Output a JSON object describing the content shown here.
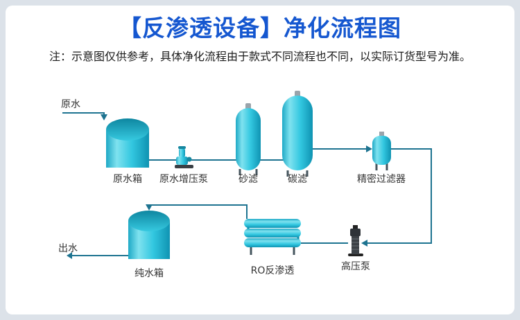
{
  "page": {
    "title": "【反渗透设备】净化流程图",
    "note": "注：示意图仅供参考，具体净化流程由于款式不同流程也不同，以实际订货型号为准。"
  },
  "diagram": {
    "labels": {
      "raw_water": "原水",
      "raw_tank": "原水箱",
      "booster_pump": "原水增压泵",
      "sand_filter": "砂滤",
      "carbon_filter": "碳滤",
      "precision_filter": "精密过滤器",
      "outlet": "出水",
      "pure_tank": "纯水箱",
      "ro_unit": "RO反渗透",
      "high_pressure_pump": "高压泵"
    },
    "colors": {
      "page_bg": "#dce2e9",
      "panel_bg": "#ffffff",
      "title_blue": "#1557d0",
      "pipe": "#1d7390",
      "label": "#333333",
      "equipment_cyan": "#32c7e0",
      "equipment_dark": "#0f93b2"
    }
  }
}
